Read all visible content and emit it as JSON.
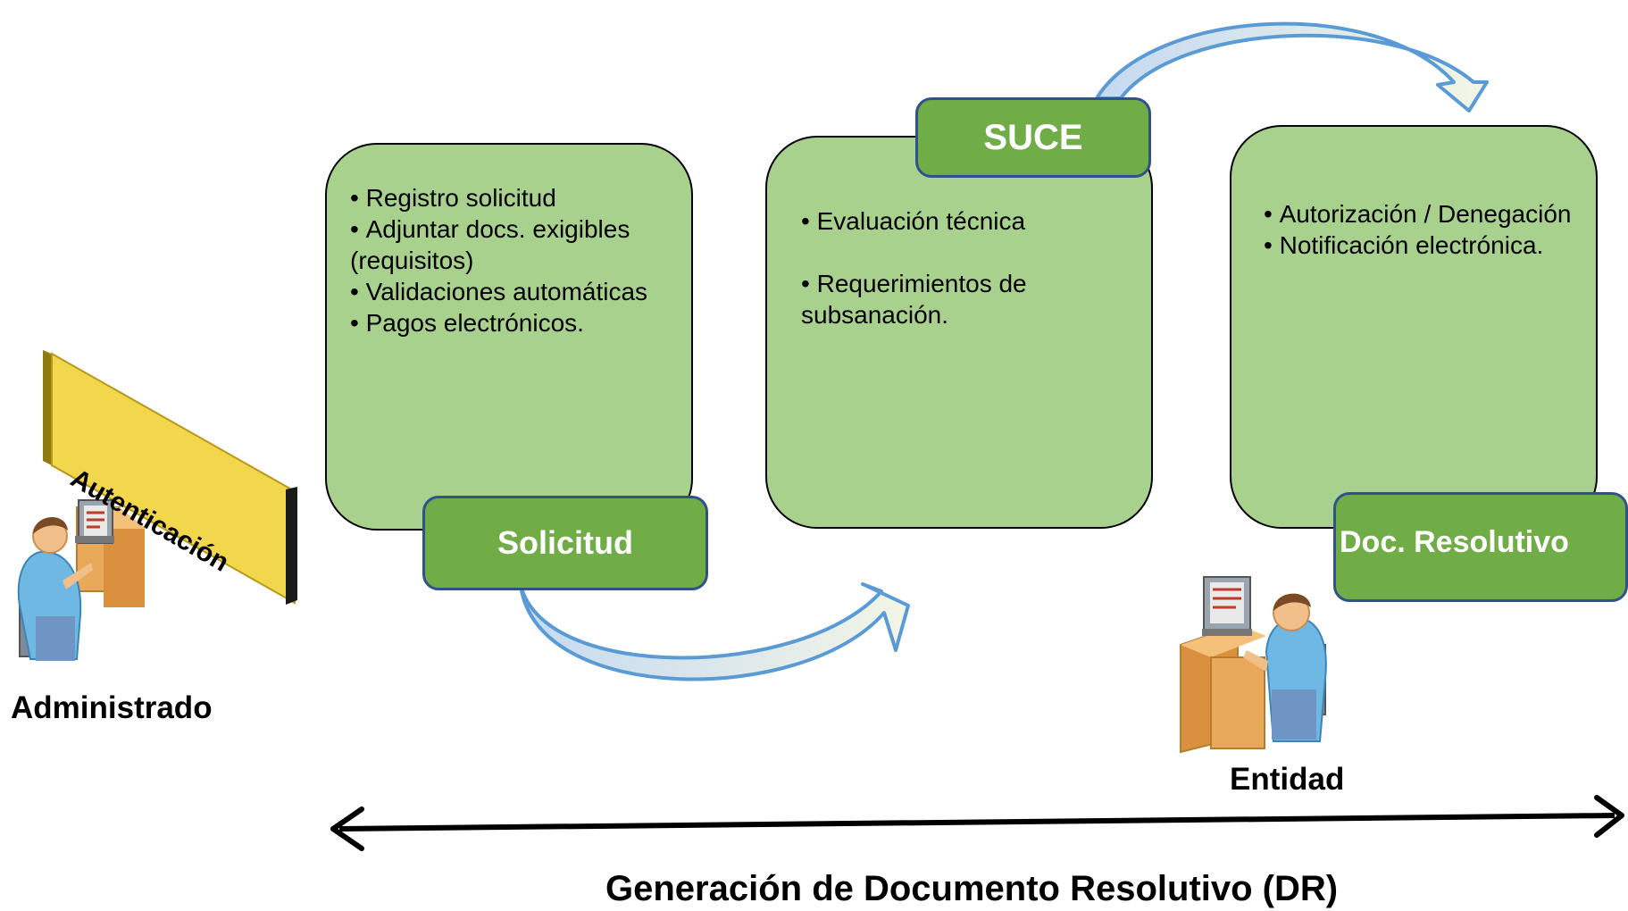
{
  "stage1": {
    "items": [
      "Registro solicitud",
      "Adjuntar  docs. exigibles (requisitos)",
      "Validaciones automáticas",
      "Pagos electrónicos."
    ],
    "tag": "Solicitud"
  },
  "stage2": {
    "items": [
      "Evaluación técnica",
      "Requerimientos de subsanación."
    ],
    "tag": "SUCE"
  },
  "stage3": {
    "items": [
      "Autorización / Denegación",
      "Notificación electrónica."
    ],
    "tag": "Doc. Resolutivo"
  },
  "auth_sign": "Autenticación",
  "user_label": "Administrado",
  "entity_label": "Entidad",
  "timeline_caption": "Generación de Documento Resolutivo (DR)",
  "colors": {
    "box_fill": "#a9d18e",
    "tag_fill": "#70ad47",
    "tag_border": "#2f528f",
    "arrow_fill": "#dde8f5",
    "sign_fill": "#f2d64b"
  }
}
